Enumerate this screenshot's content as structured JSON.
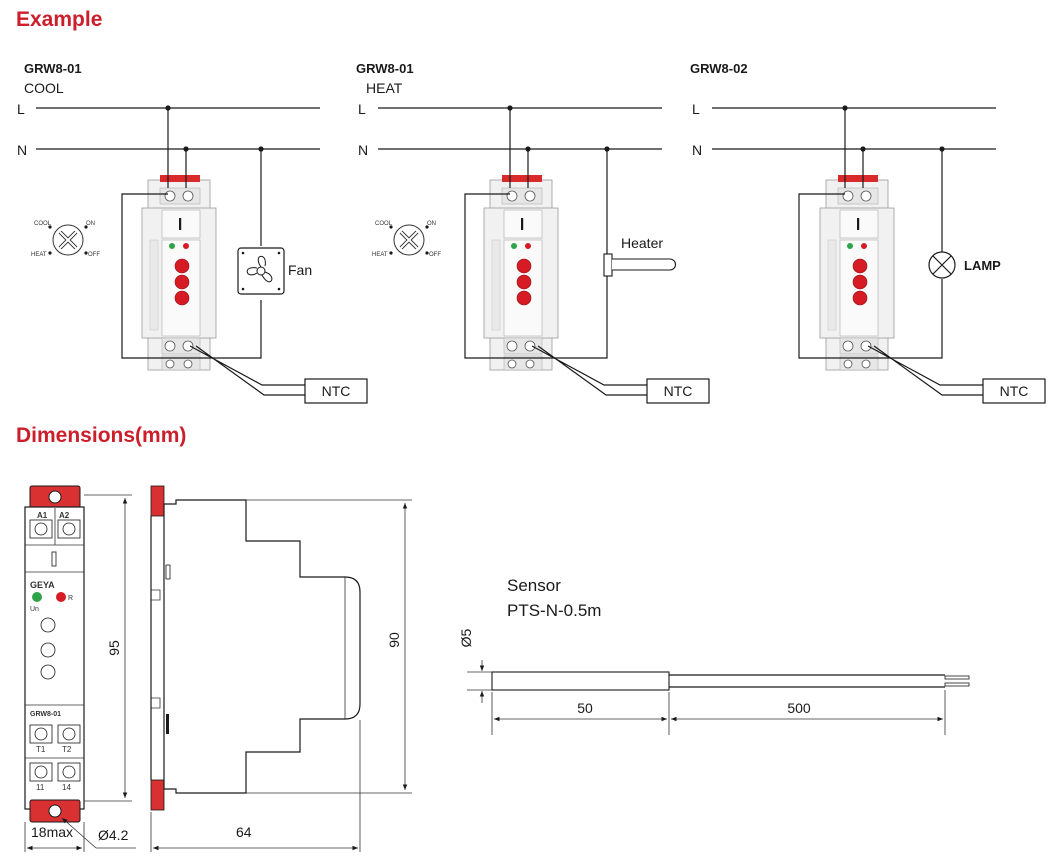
{
  "sections": {
    "example": "Example",
    "dimensions": "Dimensions(mm)"
  },
  "diagrams": [
    {
      "model": "GRW8-01",
      "mode": "COOL",
      "L": "L",
      "N": "N",
      "load": "Fan",
      "sensor": "NTC",
      "switch": {
        "cool": "COOL",
        "on": "ON",
        "heat": "HEAT",
        "off": "OFF"
      }
    },
    {
      "model": "GRW8-01",
      "mode": "HEAT",
      "L": "L",
      "N": "N",
      "load": "Heater",
      "sensor": "NTC",
      "switch": {
        "cool": "COOL",
        "on": "ON",
        "heat": "HEAT",
        "off": "OFF"
      }
    },
    {
      "model": "GRW8-02",
      "mode": "",
      "L": "L",
      "N": "N",
      "load": "LAMP",
      "sensor": "NTC"
    }
  ],
  "device_labels": {
    "a1": "A1",
    "a2": "A2",
    "t1": "T1",
    "t2": "T2",
    "t11": "11",
    "t14": "14",
    "model": "GRW8-01",
    "brand": "GEYA",
    "un": "Un",
    "r": "R"
  },
  "dimensions": {
    "height_total": "90",
    "height_front": "95",
    "width": "18max",
    "depth": "64",
    "hole": "Ø4.2"
  },
  "sensor": {
    "title": "Sensor",
    "model": "PTS-N-0.5m",
    "diameter": "Ø5",
    "len_probe": "50",
    "len_cable": "500"
  }
}
